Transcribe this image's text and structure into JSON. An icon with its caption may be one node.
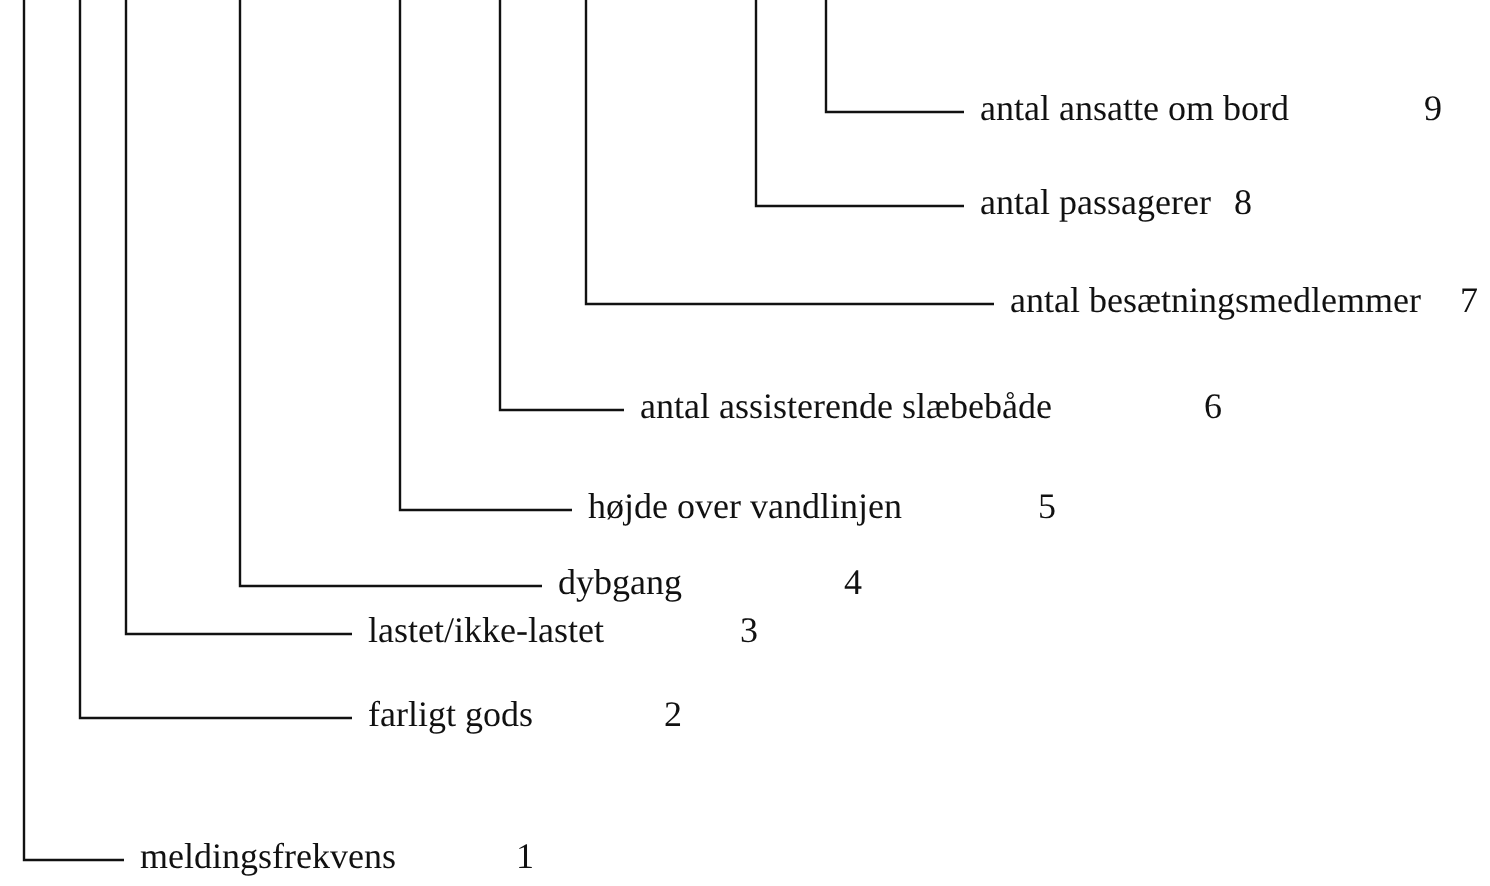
{
  "diagram": {
    "nodes": [
      {
        "text": [
          "meldingsfrekvens"
        ]
      },
      {
        "text": [
          "farligt gods"
        ]
      },
      {
        "text": [
          "lastet/ikke-lastet"
        ]
      },
      {
        "text": [
          "dybgang"
        ]
      },
      {
        "text": [
          "højde over vandlinjen"
        ]
      },
      {
        "text": [
          "antal assisterende slæbebåde"
        ]
      },
      {
        "text": [
          "antal besætningsmedlemmer"
        ]
      },
      {
        "text": [
          "antal passagerer"
        ]
      },
      {
        "text": [
          "antal ansatte om bord"
        ]
      }
    ],
    "edges": [
      {
        "from": 0,
        "to": null,
        "arrow": "none"
      },
      {
        "from": 1,
        "to": null,
        "arrow": "none"
      },
      {
        "from": 2,
        "to": null,
        "arrow": "none"
      },
      {
        "from": 3,
        "to": null,
        "arrow": "none"
      },
      {
        "from": 4,
        "to": null,
        "arrow": "none"
      },
      {
        "from": 5,
        "to": null,
        "arrow": "none"
      },
      {
        "from": 6,
        "to": null,
        "arrow": "none"
      },
      {
        "from": 7,
        "to": null,
        "arrow": "none"
      },
      {
        "from": 8,
        "to": null,
        "arrow": "none"
      }
    ],
    "labels": [
      "9",
      "8",
      "7",
      "6",
      "5",
      "4",
      "3",
      "2",
      "1"
    ]
  }
}
